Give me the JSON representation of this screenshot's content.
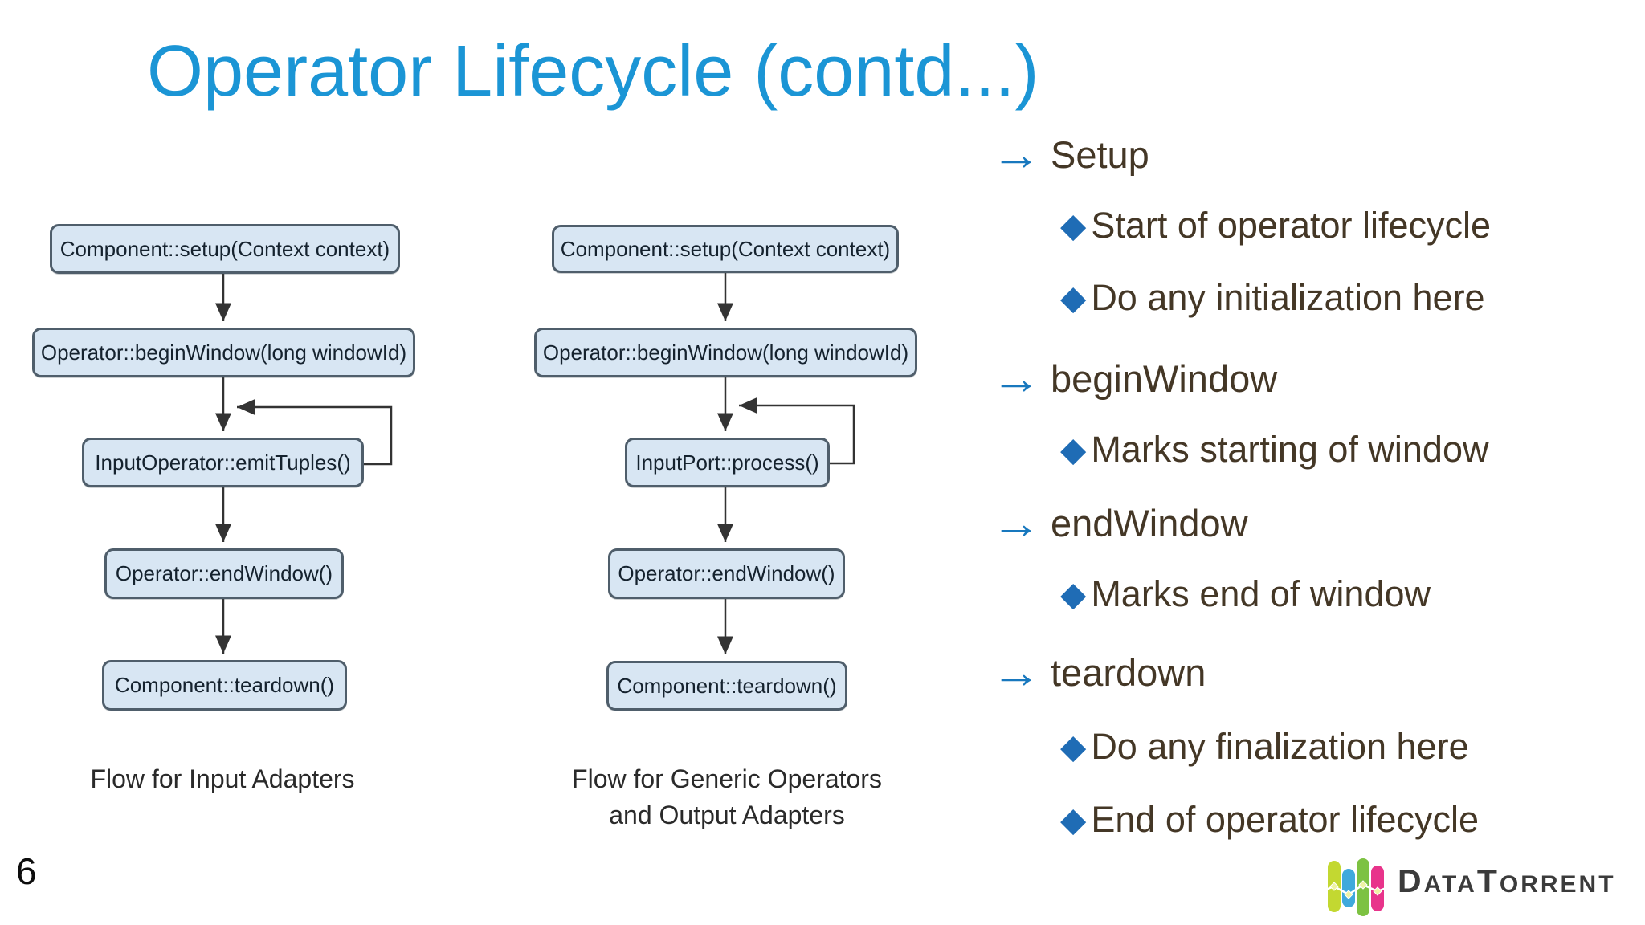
{
  "slide": {
    "title": "Operator Lifecycle (contd...)",
    "page_number": "6"
  },
  "colors": {
    "title_blue": "#1b95d5",
    "bullet_text_brown": "#443726",
    "arrow_bullet_blue": "#1878be",
    "diamond_bullet_blue": "#1f6cb5",
    "node_fill": "#d8e6f3",
    "node_border": "#4f5e6b",
    "node_text": "#15222e",
    "connector": "#333333"
  },
  "flowcharts": [
    {
      "id": "input-adapters",
      "nodes": [
        "Component::setup(Context context)",
        "Operator::beginWindow(long windowId)",
        "InputOperator::emitTuples()",
        "Operator::endWindow()",
        "Component::teardown()"
      ],
      "caption_line1": "Flow for Input Adapters",
      "caption_line2": ""
    },
    {
      "id": "generic-operators",
      "nodes": [
        "Component::setup(Context context)",
        "Operator::beginWindow(long windowId)",
        "InputPort::process()",
        "Operator::endWindow()",
        "Component::teardown()"
      ],
      "caption_line1": "Flow for Generic Operators",
      "caption_line2": "and Output Adapters"
    }
  ],
  "bullets": [
    {
      "level": 1,
      "text": "Setup"
    },
    {
      "level": 2,
      "text": "Start of operator lifecycle"
    },
    {
      "level": 2,
      "text": "Do any initialization here"
    },
    {
      "level": 1,
      "text": "beginWindow"
    },
    {
      "level": 2,
      "text": "Marks starting of window"
    },
    {
      "level": 1,
      "text": "endWindow"
    },
    {
      "level": 2,
      "text": "Marks end of window"
    },
    {
      "level": 1,
      "text": "teardown"
    },
    {
      "level": 2,
      "text": "Do any finalization here"
    },
    {
      "level": 2,
      "text": "End of operator lifecycle"
    }
  ],
  "logo": {
    "name": "DataTorrent",
    "text_parts": {
      "p1": "D",
      "p2": "ATA",
      "p3": "T",
      "p4": "ORRENT"
    },
    "bar_colors": [
      "#c3d831",
      "#3fa9dc",
      "#7dc242",
      "#e8348b"
    ]
  }
}
